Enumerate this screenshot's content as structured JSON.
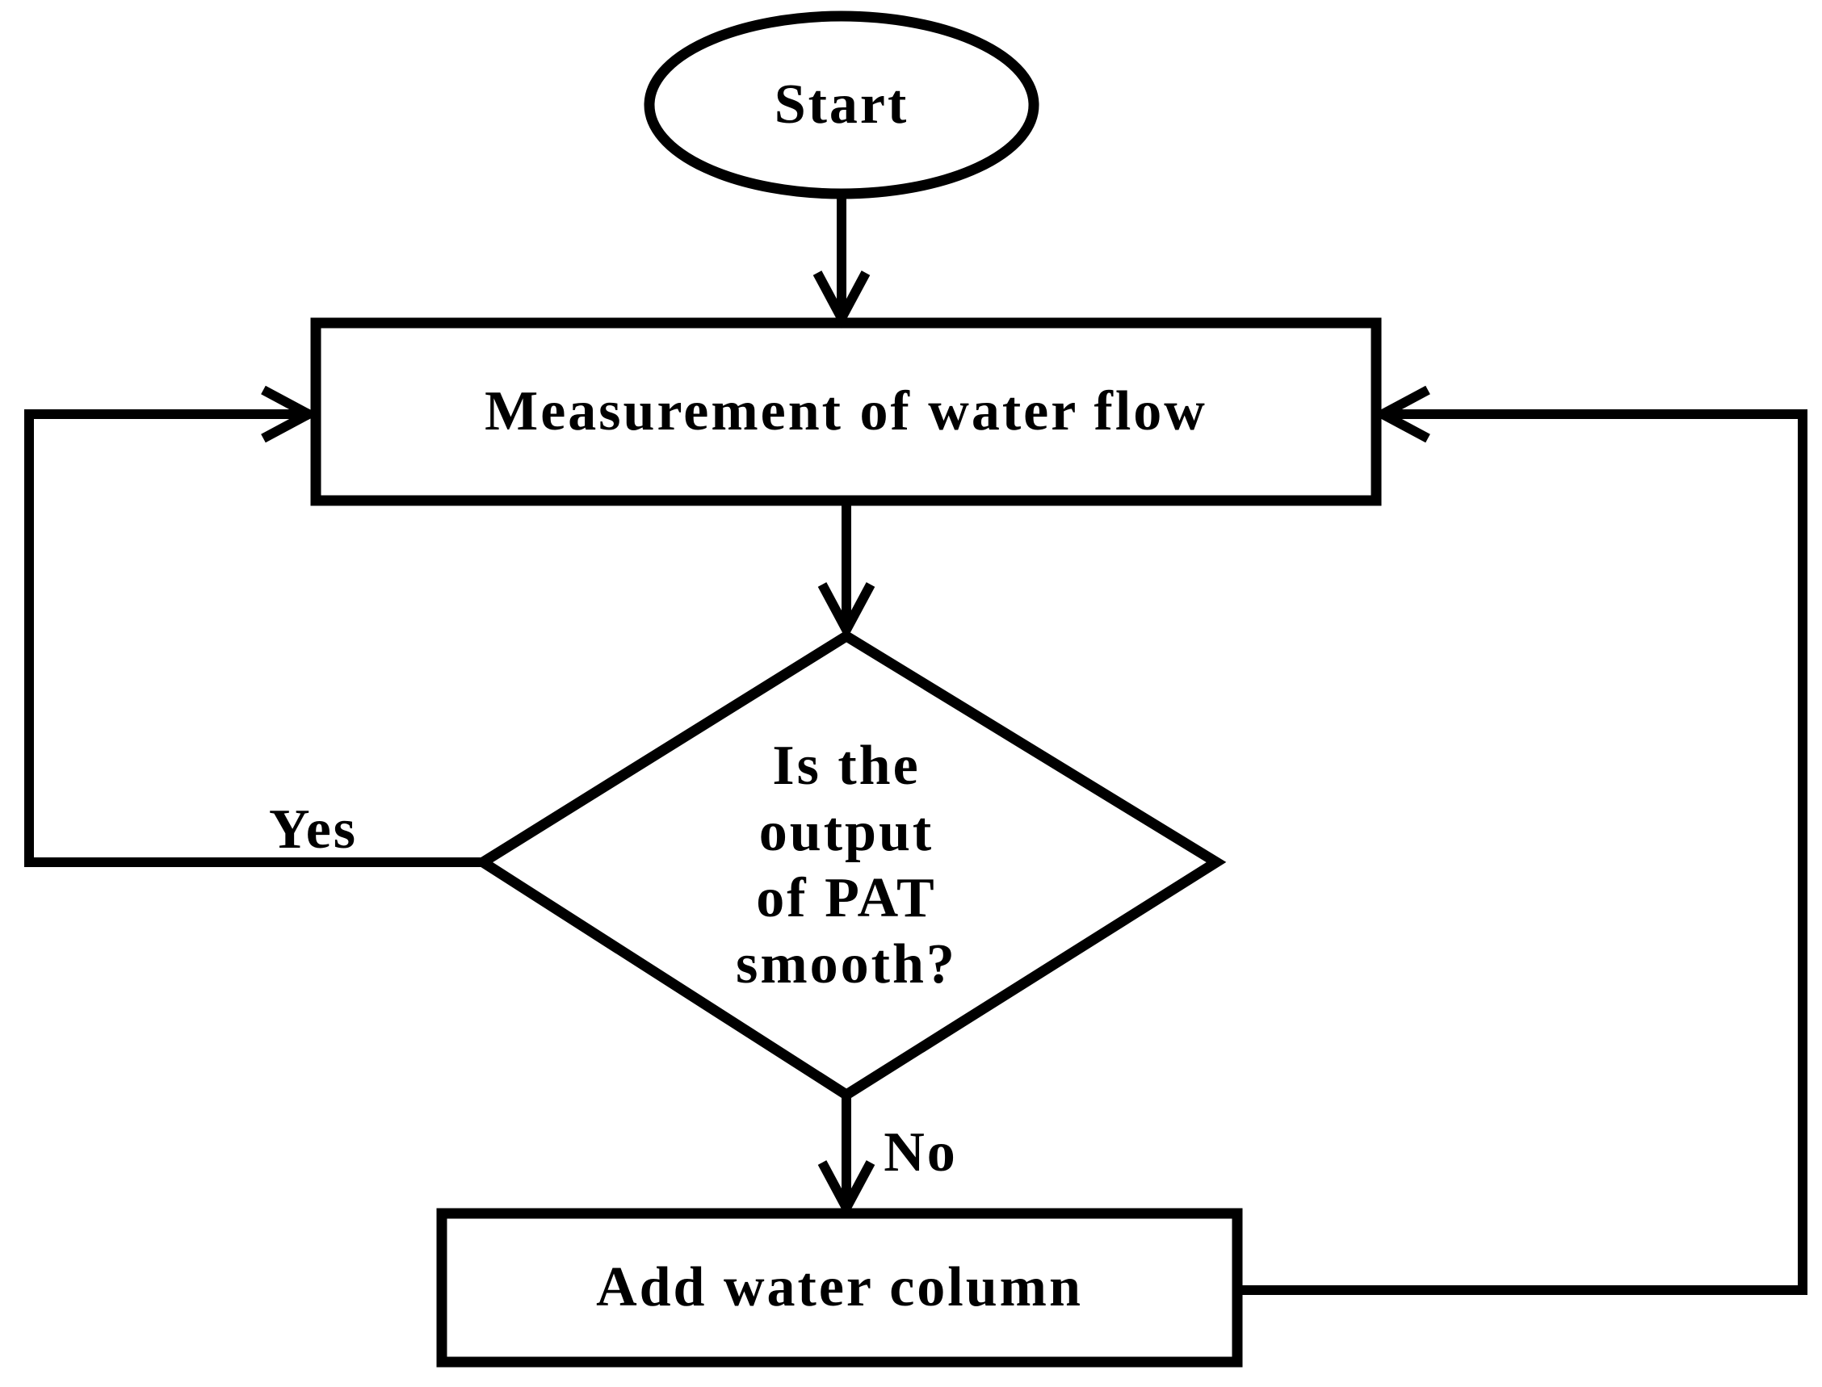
{
  "colors": {
    "ink": "#000000",
    "background": "#ffffff"
  },
  "flowchart": {
    "nodes": {
      "start": {
        "label": "Start"
      },
      "measurement": {
        "label": "Measurement of water flow"
      },
      "decision": {
        "lines": [
          "Is the",
          "output",
          "of PAT",
          "smooth?"
        ]
      },
      "add_water": {
        "label": "Add water column"
      }
    },
    "edge_labels": {
      "yes": "Yes",
      "no": "No"
    },
    "edges": [
      {
        "from": "Start",
        "to": "Measurement of water flow",
        "label": ""
      },
      {
        "from": "Measurement of water flow",
        "to": "Is the output of PAT smooth?",
        "label": ""
      },
      {
        "from": "Is the output of PAT smooth?",
        "to": "Measurement of water flow",
        "label": "Yes"
      },
      {
        "from": "Is the output of PAT smooth?",
        "to": "Add water column",
        "label": "No"
      },
      {
        "from": "Add water column",
        "to": "Measurement of water flow",
        "label": ""
      }
    ]
  }
}
